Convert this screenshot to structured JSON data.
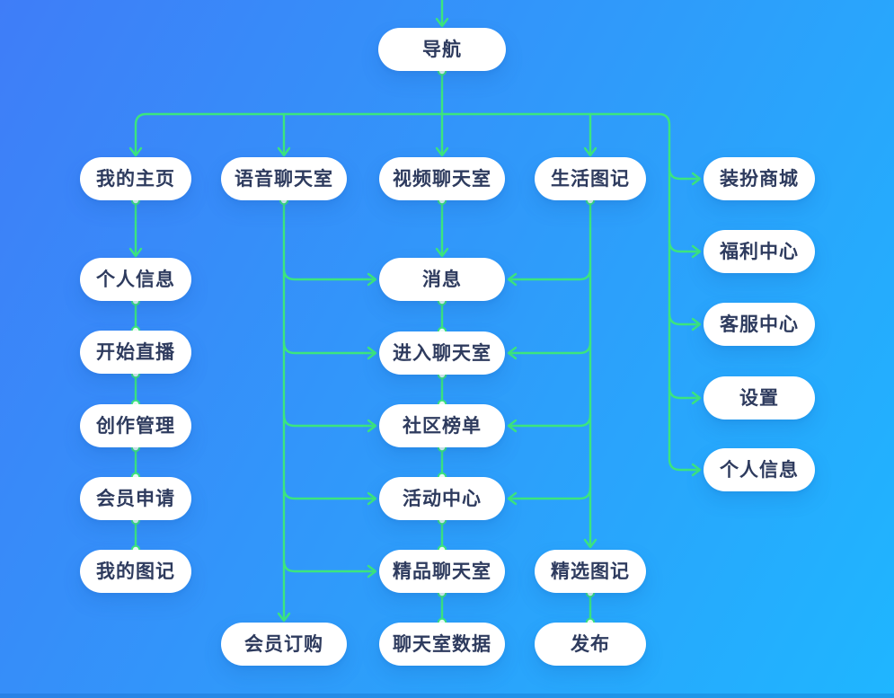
{
  "app": {
    "type": "mind-map-flowchart",
    "colors": {
      "background_gradient_start": "#3f7df8",
      "background_gradient_mid": "#2f9bfa",
      "background_gradient_end": "#1fb6ff",
      "connector_green": "#3ce57e",
      "connector_dot_fill": "#effff6",
      "node_background": "#ffffff",
      "node_text": "#2e3b5e"
    }
  },
  "diagram": {
    "nodes": [
      {
        "id": "nav",
        "label": "导航"
      },
      {
        "id": "my-home",
        "label": "我的主页"
      },
      {
        "id": "voice-chat-room",
        "label": "语音聊天室"
      },
      {
        "id": "video-chat-room",
        "label": "视频聊天室"
      },
      {
        "id": "life-journal",
        "label": "生活图记"
      },
      {
        "id": "dress-up-mall",
        "label": "装扮商城"
      },
      {
        "id": "welfare-center",
        "label": "福利中心"
      },
      {
        "id": "customer-service-center",
        "label": "客服中心"
      },
      {
        "id": "settings",
        "label": "设置"
      },
      {
        "id": "profile-right",
        "label": "个人信息"
      },
      {
        "id": "profile-left",
        "label": "个人信息"
      },
      {
        "id": "start-live",
        "label": "开始直播"
      },
      {
        "id": "creation-management",
        "label": "创作管理"
      },
      {
        "id": "member-apply",
        "label": "会员申请"
      },
      {
        "id": "my-journal",
        "label": "我的图记"
      },
      {
        "id": "messages",
        "label": "消息"
      },
      {
        "id": "enter-chat-room",
        "label": "进入聊天室"
      },
      {
        "id": "community-ranking",
        "label": "社区榜单"
      },
      {
        "id": "activity-center",
        "label": "活动中心"
      },
      {
        "id": "premium-chat-room",
        "label": "精品聊天室"
      },
      {
        "id": "chat-room-data",
        "label": "聊天室数据"
      },
      {
        "id": "member-subscribe",
        "label": "会员订购"
      },
      {
        "id": "featured-journal",
        "label": "精选图记"
      },
      {
        "id": "publish",
        "label": "发布"
      }
    ],
    "edges": [
      {
        "from": "nav",
        "to": "my-home"
      },
      {
        "from": "nav",
        "to": "voice-chat-room"
      },
      {
        "from": "nav",
        "to": "video-chat-room"
      },
      {
        "from": "nav",
        "to": "life-journal"
      },
      {
        "from": "nav",
        "to": "dress-up-mall"
      },
      {
        "from": "nav",
        "to": "welfare-center"
      },
      {
        "from": "nav",
        "to": "customer-service-center"
      },
      {
        "from": "nav",
        "to": "settings"
      },
      {
        "from": "nav",
        "to": "profile-right"
      },
      {
        "from": "my-home",
        "to": "profile-left"
      },
      {
        "from": "profile-left",
        "to": "start-live"
      },
      {
        "from": "start-live",
        "to": "creation-management"
      },
      {
        "from": "creation-management",
        "to": "member-apply"
      },
      {
        "from": "member-apply",
        "to": "my-journal"
      },
      {
        "from": "video-chat-room",
        "to": "messages"
      },
      {
        "from": "messages",
        "to": "enter-chat-room"
      },
      {
        "from": "enter-chat-room",
        "to": "community-ranking"
      },
      {
        "from": "community-ranking",
        "to": "activity-center"
      },
      {
        "from": "activity-center",
        "to": "premium-chat-room"
      },
      {
        "from": "premium-chat-room",
        "to": "chat-room-data"
      },
      {
        "from": "voice-chat-room",
        "to": "messages"
      },
      {
        "from": "voice-chat-room",
        "to": "enter-chat-room"
      },
      {
        "from": "voice-chat-room",
        "to": "community-ranking"
      },
      {
        "from": "voice-chat-room",
        "to": "activity-center"
      },
      {
        "from": "voice-chat-room",
        "to": "premium-chat-room"
      },
      {
        "from": "voice-chat-room",
        "to": "member-subscribe"
      },
      {
        "from": "life-journal",
        "to": "messages"
      },
      {
        "from": "life-journal",
        "to": "enter-chat-room"
      },
      {
        "from": "life-journal",
        "to": "community-ranking"
      },
      {
        "from": "life-journal",
        "to": "activity-center"
      },
      {
        "from": "life-journal",
        "to": "featured-journal"
      },
      {
        "from": "featured-journal",
        "to": "publish"
      }
    ]
  }
}
